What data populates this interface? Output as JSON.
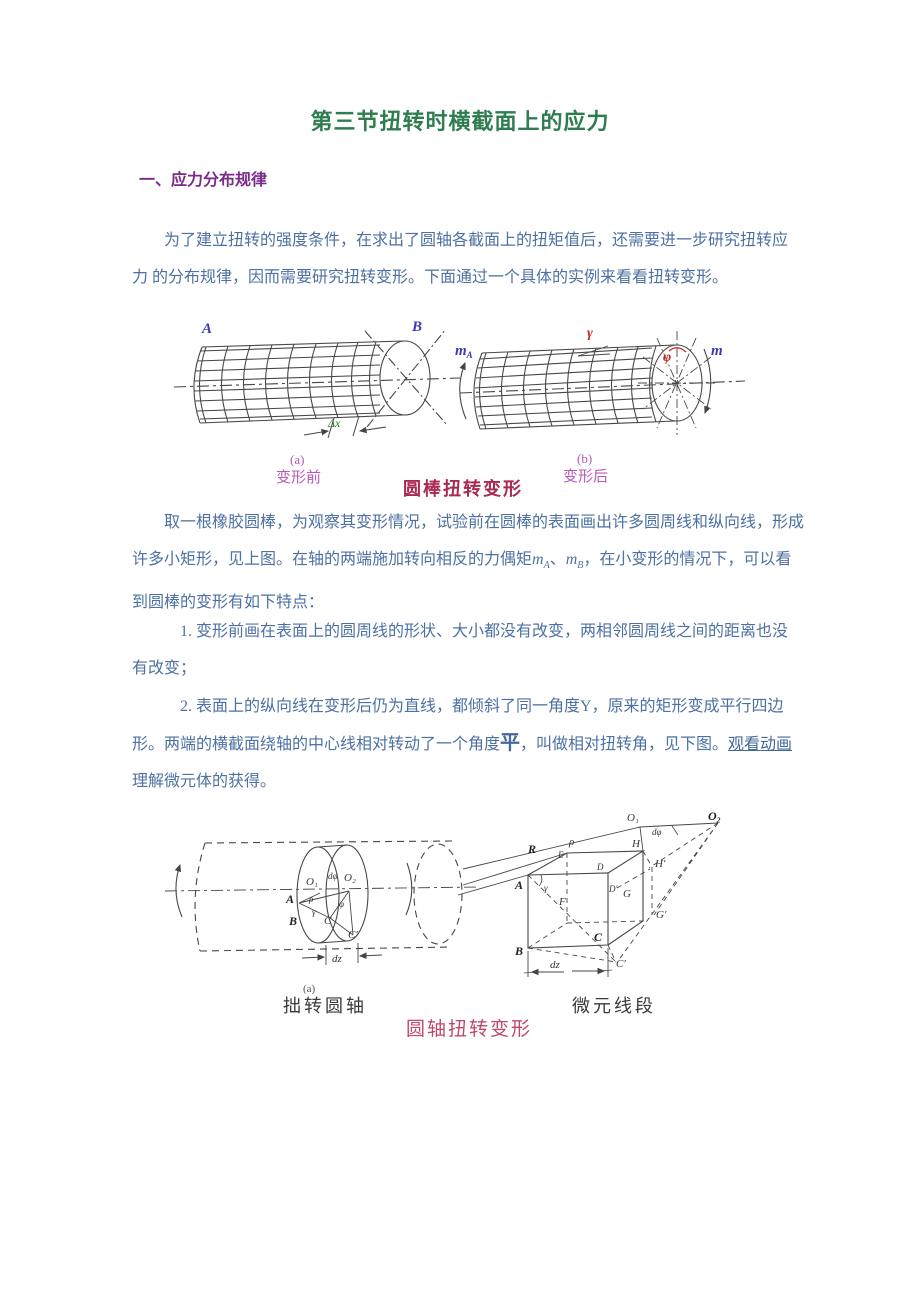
{
  "title": "第三节扭转时横截面上的应力",
  "heading": "一、应力分布规律",
  "para1": {
    "line1": "为了建立扭转的强度条件，在求出了圆轴各截面上的扭矩值后，还需要进一步研究扭转应",
    "line2": "力 的分布规律，因而需要研究扭转变形。下面通过一个具体的实例来看看扭转变形。"
  },
  "figure1": {
    "label_a": "A",
    "label_b": "B",
    "label_dx": "Δx",
    "label_m_base": "m",
    "label_m_sub": "A",
    "label_gamma": "γ",
    "label_phi": "φ",
    "label_m2": "m",
    "caption_a_tag": "(a)",
    "caption_a": "变形前",
    "caption_b_tag": "(b)",
    "caption_b": "变形后",
    "caption_main": "圆棒扭转变形"
  },
  "para2": {
    "line1": "取一根橡胶圆棒，为观察其变形情况，试验前在圆棒的表面画出许多圆周线和纵向线，形成",
    "line2_pre": "许多小矩形，见上图。在轴的两端施加转向相反的力偶矩",
    "m1_base": "m",
    "m1_sub": "A",
    "line2_sep": "、",
    "m2_base": "m",
    "m2_sub": "B",
    "line2_post": "，在小变形的情况下，可以看",
    "line3": "到圆棒的变形有如下特点："
  },
  "item1": {
    "line1": "1. 变形前画在表面上的圆周线的形状、大小都没有改变，两相邻圆周线之间的距离也没",
    "line2": "有改变；"
  },
  "item2": {
    "line1": "2. 表面上的纵向线在变形后仍为直线，都倾斜了同一角度Y，原来的矩形变成平行四边",
    "line2_pre": "形。两端的横截面绕轴的中心线相对转动了一个角度",
    "line2_big": "平",
    "line2_mid": "，叫做相对扭转角，见下图。",
    "link": "观看动画",
    "line3": "理解微元体的获得。"
  },
  "figure2": {
    "left": {
      "o1": "O₁",
      "dphi": "dφ",
      "o2": "O₂",
      "a": "A",
      "b": "B",
      "c": "C",
      "c_prime": "C′",
      "rho": "ρ",
      "phi": "φ",
      "gamma": "γ",
      "dz": "dz",
      "caption_tag": "(a)",
      "caption": "拙转圆轴"
    },
    "right": {
      "o1": "O₁",
      "o2": "O₂",
      "dphi": "dφ",
      "r": "R",
      "rho": "ρ",
      "e": "E",
      "h": "H",
      "h_prime": "H′",
      "a": "A",
      "gamma": "γ",
      "d": "D",
      "d_prime": "D′",
      "g": "G",
      "g_prime": "G′",
      "f": "F",
      "b": "B",
      "c": "C",
      "c_prime": "C′",
      "dz": "dz",
      "caption": "微元线段"
    },
    "caption_main": "圆轴扭转变形"
  },
  "colors": {
    "title_green": "#2e7d4f",
    "heading_purple": "#7a2b8a",
    "body_blue": "#4d71a3",
    "caption_magenta": "#b85ab8",
    "fig1_caption_red": "#aa2950",
    "fig2_caption_red": "#c04868",
    "figure_label_blue": "#3a3ab8",
    "figure_label_red": "#cc2222",
    "figure_label_green": "#2a7a2a"
  }
}
